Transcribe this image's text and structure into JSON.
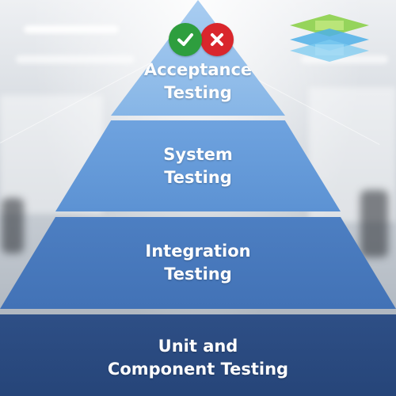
{
  "pyramid": {
    "levels": [
      {
        "line1": "Acceptance",
        "line2": "Testing"
      },
      {
        "line1": "System",
        "line2": "Testing"
      },
      {
        "line1": "Integration",
        "line2": "Testing"
      },
      {
        "line1": "Unit and",
        "line2": "Component Testing"
      }
    ]
  },
  "icons": {
    "pass": "checkmark-icon",
    "fail": "cross-icon",
    "logo": "layered-diamond-logo"
  },
  "colors": {
    "acceptance": "#96c1ec",
    "system": "#6399d8",
    "integration": "#4878bc",
    "unit": "#2a4a7f",
    "pass": "#2e9e3e",
    "fail": "#d9262c"
  }
}
